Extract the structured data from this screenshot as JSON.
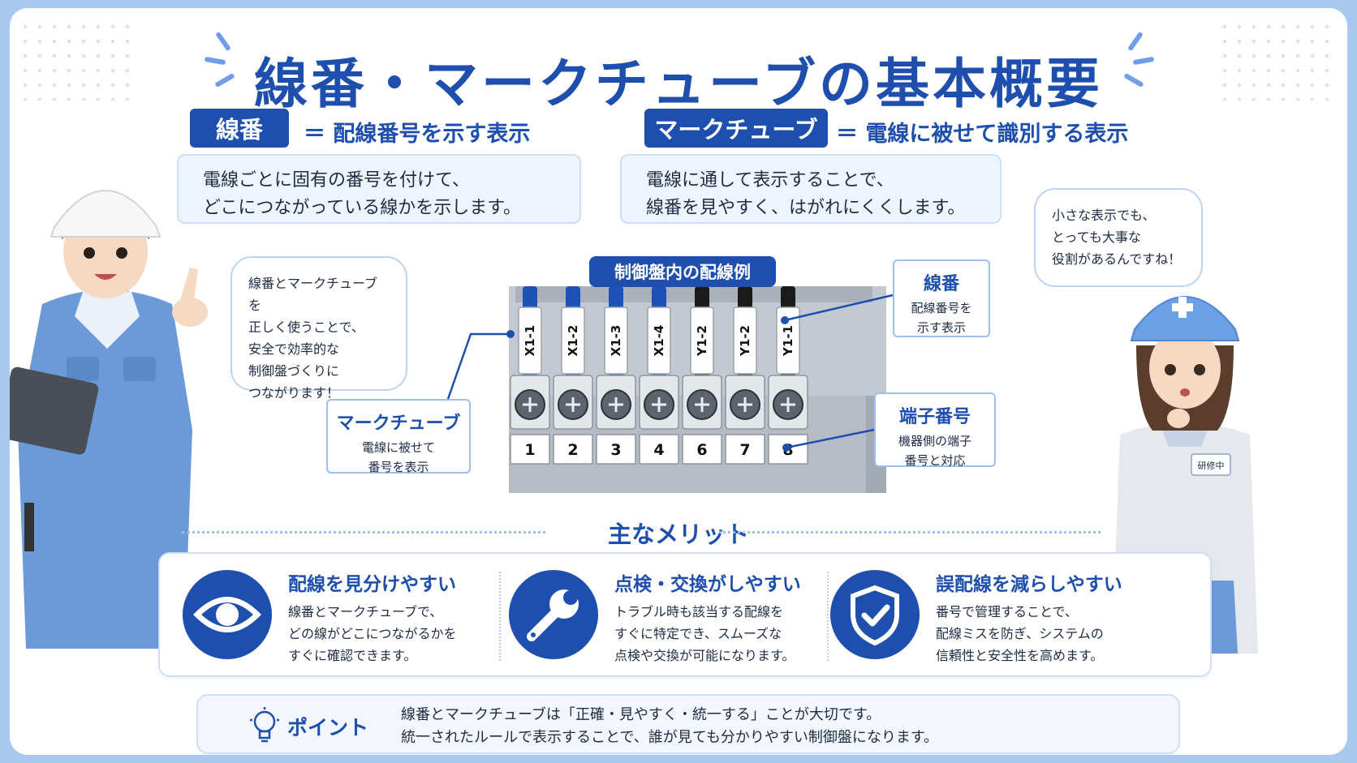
{
  "title": "線番・マークチューブの基本概要",
  "senban": {
    "label": "線番",
    "definition": "＝ 配線番号を示す表示",
    "description": [
      "電線ごとに固有の番号を付けて、",
      "どこにつながっている線かを示します。"
    ]
  },
  "marktube": {
    "label": "マークチューブ",
    "definition": "＝ 電線に被せて識別する表示",
    "description": [
      "電線に通して表示することで、",
      "線番を見やすく、はがれにくくします。"
    ]
  },
  "bubble_left": [
    "線番とマークチューブを",
    "正しく使うことで、",
    "安全で効率的な",
    "制御盤づくりに",
    "つながります！"
  ],
  "bubble_right": [
    "小さな表示でも、",
    "とっても大事な",
    "役割があるんですね！"
  ],
  "badge": "研修中",
  "panel": {
    "title": "制御盤内の配線例",
    "wires": [
      {
        "tube": "X1-1",
        "color": "#1f52b8",
        "terminal": "1"
      },
      {
        "tube": "X1-2",
        "color": "#1f52b8",
        "terminal": "2"
      },
      {
        "tube": "X1-3",
        "color": "#1f52b8",
        "terminal": "3"
      },
      {
        "tube": "X1-4",
        "color": "#1f52b8",
        "terminal": "4"
      },
      {
        "tube": "Y1-2",
        "color": "#1a1a1a",
        "terminal": "6"
      },
      {
        "tube": "Y1-2",
        "color": "#1a1a1a",
        "terminal": "7"
      },
      {
        "tube": "Y1-1",
        "color": "#1a1a1a",
        "terminal": "8"
      }
    ]
  },
  "callouts": {
    "tube": {
      "title": "マークチューブ",
      "lines": [
        "電線に被せて",
        "番号を表示"
      ]
    },
    "senban": {
      "title": "線番",
      "lines": [
        "配線番号を",
        "示す表示"
      ]
    },
    "terminal": {
      "title": "端子番号",
      "lines": [
        "機器側の端子",
        "番号と対応"
      ]
    }
  },
  "merits_title": "主なメリット",
  "merits": [
    {
      "icon": "eye-icon",
      "title": "配線を見分けやすい",
      "lines": [
        "線番とマークチューブで、",
        "どの線がどこにつながるかを",
        "すぐに確認できます。"
      ]
    },
    {
      "icon": "wrench-icon",
      "title": "点検・交換がしやすい",
      "lines": [
        "トラブル時も該当する配線を",
        "すぐに特定でき、スムーズな",
        "点検や交換が可能になります。"
      ]
    },
    {
      "icon": "shield-check-icon",
      "title": "誤配線を減らしやすい",
      "lines": [
        "番号で管理することで、",
        "配線ミスを防ぎ、システムの",
        "信頼性と安全性を高めます。"
      ]
    }
  ],
  "point": {
    "label": "ポイント",
    "lines": [
      "線番とマークチューブは「正確・見やすく・統一する」ことが大切です。",
      "統一されたルールで表示することで、誰が見ても分かりやすい制御盤になります。"
    ]
  },
  "colors": {
    "primary": "#1e4fae",
    "blue_wire": "#1f52b8",
    "black_wire": "#1a1a1a",
    "panel_bg": "#bfc5cc"
  }
}
